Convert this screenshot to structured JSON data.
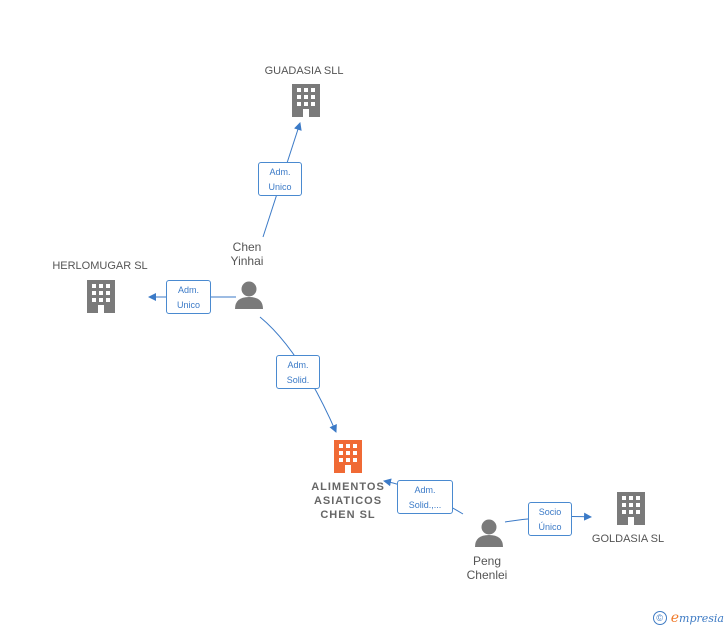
{
  "nodes": {
    "guadasia": {
      "label": "GUADASIA SLL",
      "type": "company"
    },
    "herlomugar": {
      "label": "HERLOMUGAR SL",
      "type": "company"
    },
    "alimentos": {
      "label_lines": [
        "ALIMENTOS",
        "ASIATICOS",
        "CHEN  SL"
      ],
      "type": "company-main"
    },
    "goldasia": {
      "label": "GOLDASIA SL",
      "type": "company"
    },
    "chen": {
      "label_lines": [
        "Chen",
        "Yinhai"
      ],
      "type": "person"
    },
    "peng": {
      "label_lines": [
        "Peng",
        "Chenlei"
      ],
      "type": "person"
    }
  },
  "edges": {
    "chen_guadasia": {
      "lines": [
        "Adm.",
        "Unico"
      ]
    },
    "chen_herlomugar": {
      "lines": [
        "Adm.",
        "Unico"
      ]
    },
    "chen_alimentos": {
      "lines": [
        "Adm.",
        "Solid."
      ]
    },
    "peng_alimentos": {
      "lines": [
        "Adm.",
        "Solid.,..."
      ]
    },
    "peng_goldasia": {
      "lines": [
        "Socio",
        "Único"
      ]
    }
  },
  "footer": {
    "copyright_symbol": "©",
    "brand_initial": "e",
    "brand_rest": "mpresia"
  },
  "colors": {
    "company_icon": "#7a7a7a",
    "main_company_icon": "#f06a35",
    "person_icon": "#7a7a7a",
    "edge": "#3b7ac7"
  },
  "icons": {
    "company": "building-icon",
    "person": "person-icon"
  }
}
